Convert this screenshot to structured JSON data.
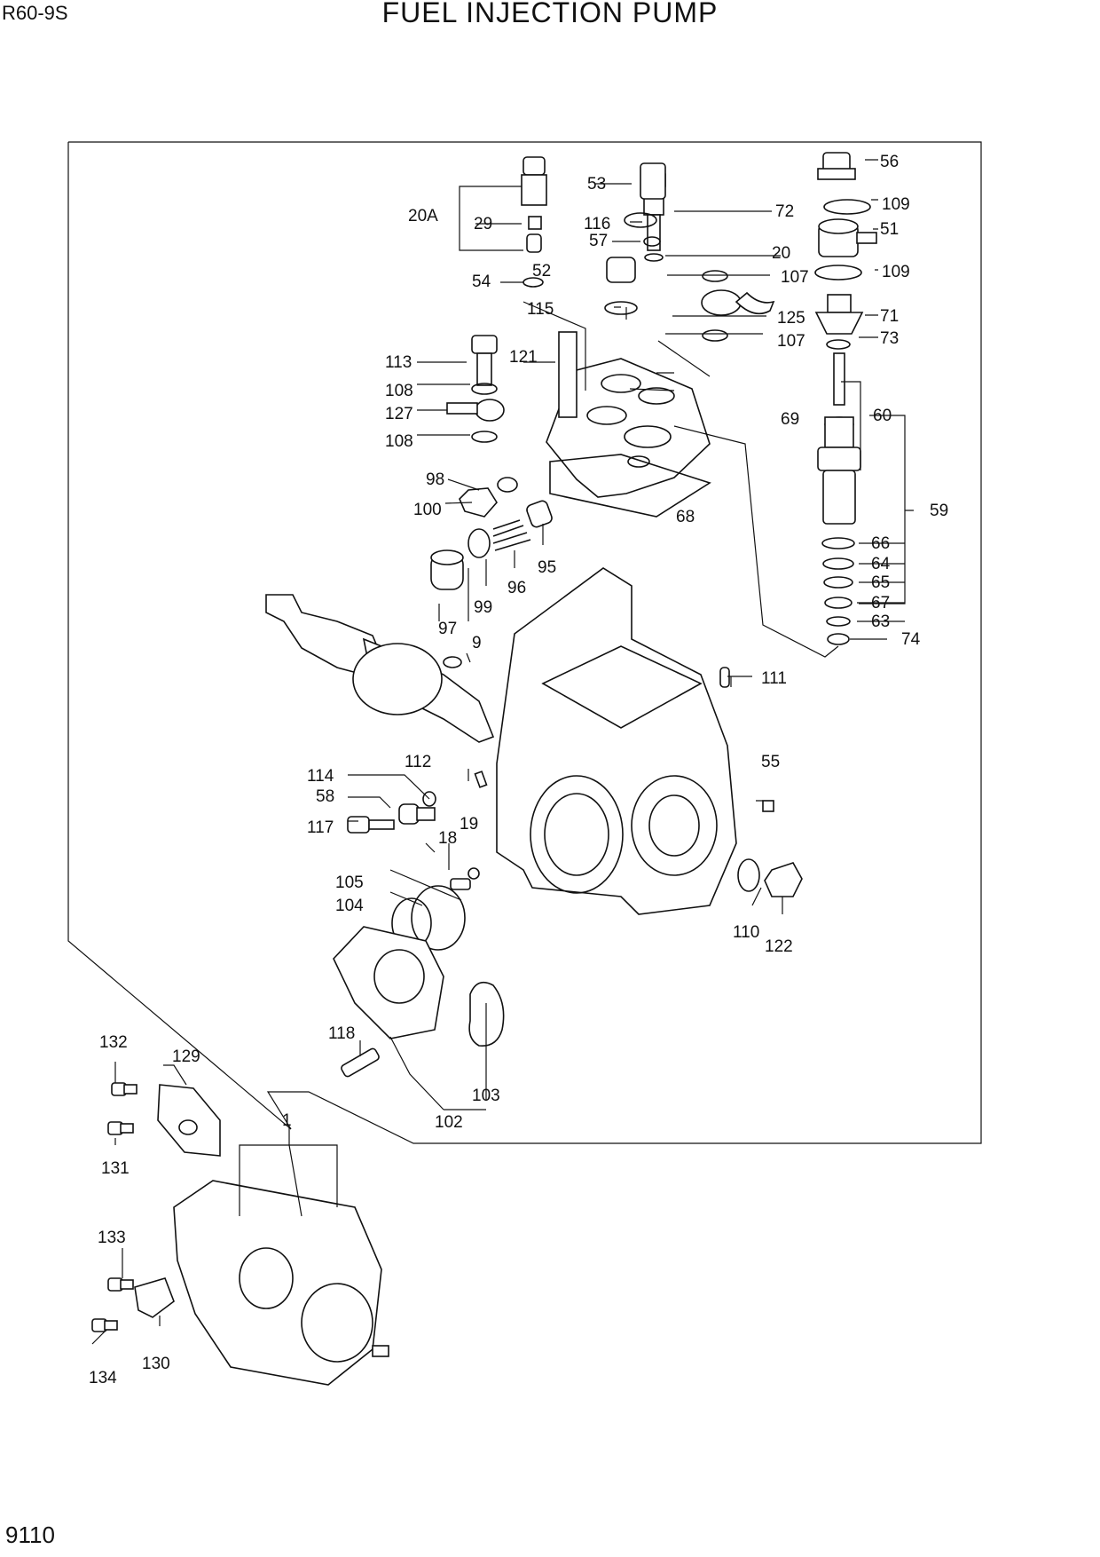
{
  "header": {
    "model": "R60-9S",
    "title": "FUEL INJECTION PUMP"
  },
  "footer": {
    "page_number": "9110"
  },
  "callouts": [
    "1",
    "9",
    "18",
    "19",
    "20",
    "20A",
    "29",
    "51",
    "52",
    "53",
    "54",
    "55",
    "56",
    "57",
    "58",
    "59",
    "60",
    "63",
    "64",
    "65",
    "66",
    "67",
    "68",
    "69",
    "71",
    "72",
    "73",
    "74",
    "95",
    "96",
    "97",
    "98",
    "99",
    "100",
    "102",
    "103",
    "104",
    "105",
    "107",
    "107",
    "108",
    "108",
    "109",
    "109",
    "110",
    "111",
    "112",
    "113",
    "114",
    "115",
    "116",
    "117",
    "118",
    "121",
    "122",
    "125",
    "127",
    "129",
    "130",
    "131",
    "132",
    "133",
    "134"
  ]
}
